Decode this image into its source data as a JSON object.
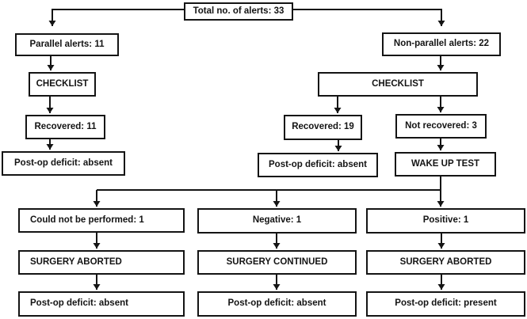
{
  "diagram": {
    "type": "flowchart",
    "colors": {
      "line": "#141414",
      "box_border": "#141414",
      "text": "#141414",
      "background": "#ffffff"
    },
    "nodes": {
      "total_alerts": "Total no. of alerts: 33",
      "parallel_alerts": "Parallel alerts: 11",
      "checklist_left": "CHECKLIST",
      "recovered_11": "Recovered: 11",
      "postop_absent_left": "Post-op deficit: absent",
      "non_parallel_alerts": "Non-parallel alerts: 22",
      "checklist_right": "CHECKLIST",
      "recovered_19": "Recovered: 19",
      "not_recovered_3": "Not recovered: 3",
      "postop_absent_mid": "Post-op deficit: absent",
      "wake_up_test": "WAKE UP TEST",
      "could_not_be_performed": "Could not be performed: 1",
      "surgery_aborted_col1": "SURGERY ABORTED",
      "postop_absent_col1": "Post-op deficit: absent",
      "negative_1": "Negative: 1",
      "surgery_continued": "SURGERY CONTINUED",
      "postop_absent_col2": "Post-op deficit: absent",
      "positive_1": "Positive: 1",
      "surgery_aborted_col3": "SURGERY ABORTED",
      "postop_present_col3": "Post-op deficit: present"
    },
    "edges": [
      "total_alerts->parallel_alerts",
      "total_alerts->non_parallel_alerts",
      "parallel_alerts->checklist_left",
      "checklist_left->recovered_11",
      "recovered_11->postop_absent_left",
      "non_parallel_alerts->checklist_right",
      "checklist_right->recovered_19",
      "checklist_right->not_recovered_3",
      "recovered_19->postop_absent_mid",
      "not_recovered_3->wake_up_test",
      "wake_up_test->could_not_be_performed",
      "wake_up_test->negative_1",
      "wake_up_test->positive_1",
      "could_not_be_performed->surgery_aborted_col1",
      "surgery_aborted_col1->postop_absent_col1",
      "negative_1->surgery_continued",
      "surgery_continued->postop_absent_col2",
      "positive_1->surgery_aborted_col3",
      "surgery_aborted_col3->postop_present_col3"
    ]
  }
}
